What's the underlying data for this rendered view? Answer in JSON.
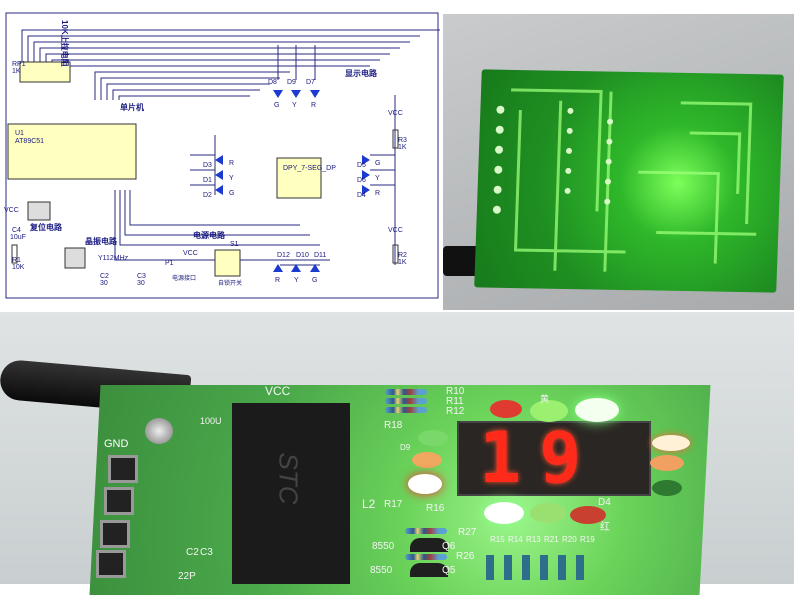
{
  "schematic": {
    "mcu_ref": "U1",
    "mcu_part": "AT89C51",
    "mcu_label": "单片机",
    "pullup_ref": "RP1",
    "pullup_value": "1K",
    "pullup_label": "10K上拉电阻",
    "reset_label": "复位电路",
    "crystal_label": "晶振电路",
    "power_label": "电源电路",
    "display_label": "显示电路",
    "power_port_label": "电源接口",
    "switch_label": "自锁开关",
    "switch_ref": "S1",
    "port_ref": "P1",
    "display_part": "DPY_7-SEG_DP",
    "vcc": "VCC",
    "components": {
      "C4": "C4",
      "C4_val": "10uF",
      "R1": "R1",
      "R1_val": "10K",
      "Y1": "Y1",
      "Y1_val": "12MHz",
      "C2": "C2",
      "C2_val": "30",
      "C3": "C3",
      "C3_val": "30",
      "R2": "R2",
      "R2_val": "1K",
      "R3": "R3",
      "R3_val": "1K"
    },
    "leds": [
      {
        "ref": "D8",
        "color": "G"
      },
      {
        "ref": "D9",
        "color": "Y"
      },
      {
        "ref": "D7",
        "color": "R"
      },
      {
        "ref": "D3",
        "color": "R"
      },
      {
        "ref": "D1",
        "color": "Y"
      },
      {
        "ref": "D2",
        "color": "G"
      },
      {
        "ref": "D5",
        "color": "G"
      },
      {
        "ref": "D6",
        "color": "Y"
      },
      {
        "ref": "D4",
        "color": "R"
      },
      {
        "ref": "D12",
        "color": "R"
      },
      {
        "ref": "D10",
        "color": "Y"
      },
      {
        "ref": "D11",
        "color": "G"
      }
    ]
  },
  "photo_board": {
    "vcc": "VCC",
    "gnd": "GND",
    "cap": "100U",
    "chip": "STC",
    "display_value": "19",
    "labels": [
      "R10",
      "R11",
      "R12",
      "R18",
      "D9",
      "L2",
      "R17",
      "R16",
      "R27",
      "Q6",
      "R26",
      "Q5",
      "D4",
      "C2",
      "C3",
      "22P"
    ],
    "transistor_1": "8550",
    "transistor_2": "8550",
    "bottom_resistors": [
      "R15",
      "R14",
      "R13",
      "R21",
      "R20",
      "R19"
    ],
    "red_label": "红",
    "yellow_label": "黄"
  }
}
